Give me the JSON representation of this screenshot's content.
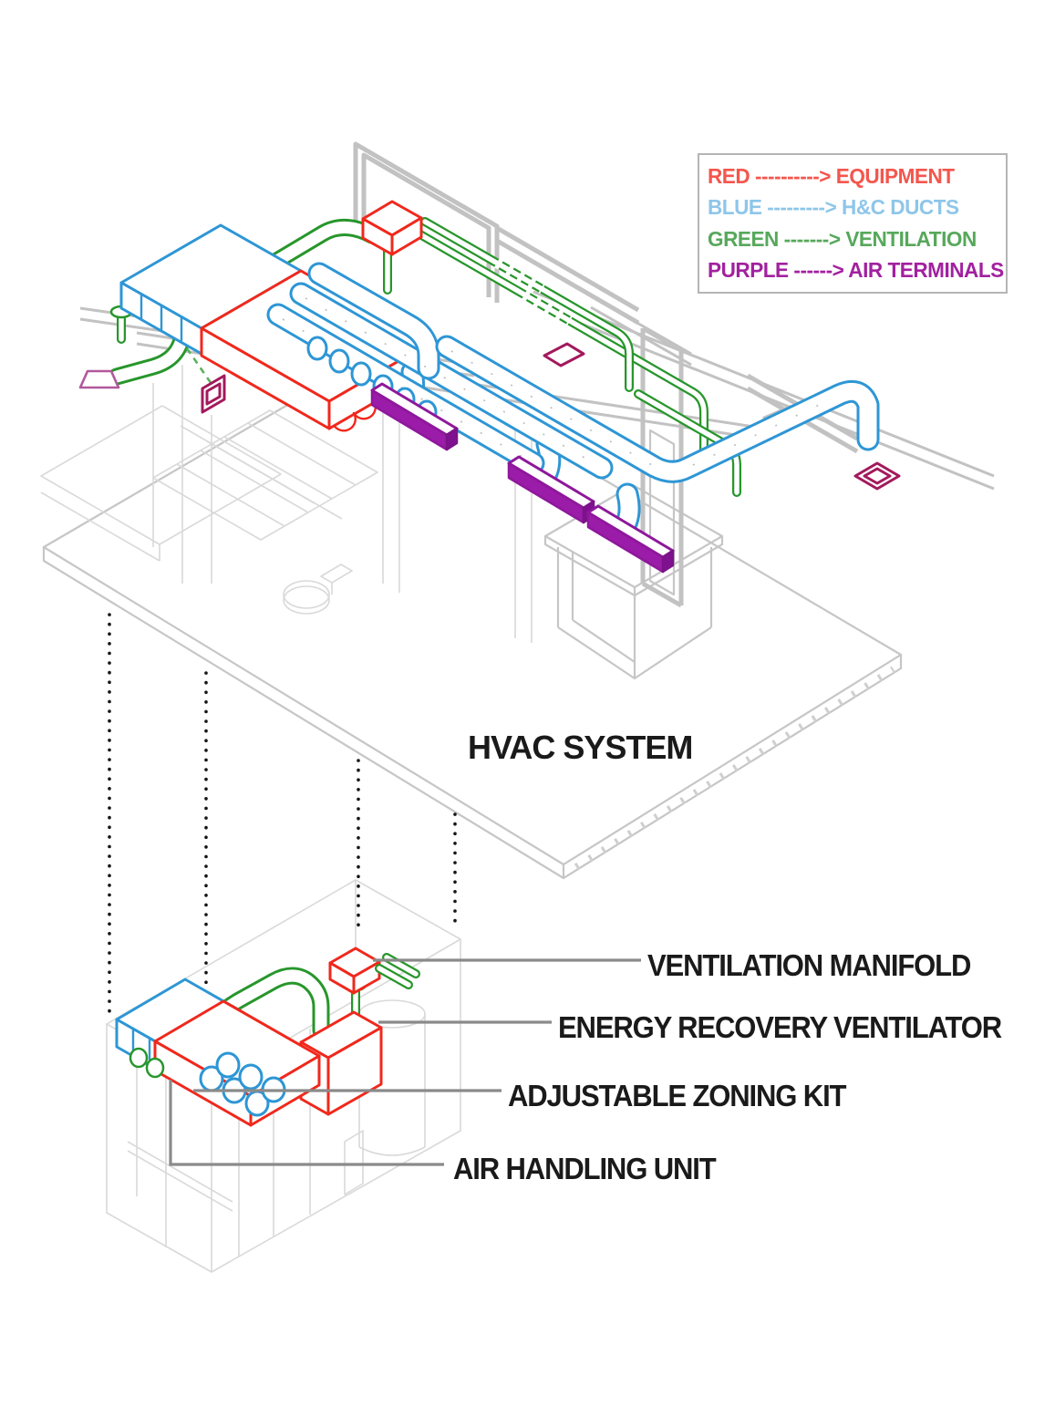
{
  "title": {
    "text": "HVAC SYSTEM"
  },
  "legend": {
    "entries": [
      {
        "name": "equipment",
        "label": "RED ----------> EQUIPMENT",
        "color": "#f4564d"
      },
      {
        "name": "hc-ducts",
        "label": "BLUE ---------> H&C DUCTS",
        "color": "#8ec6e9"
      },
      {
        "name": "ventilation",
        "label": "GREEN -------> VENTILATION",
        "color": "#57a85b"
      },
      {
        "name": "air-terminals",
        "label": "PURPLE ------> AIR TERMINALS",
        "color": "#a2219f"
      }
    ]
  },
  "callouts": [
    {
      "name": "ventilation-manifold",
      "label": "VENTILATION MANIFOLD"
    },
    {
      "name": "energy-recovery-ventilator",
      "label": "ENERGY RECOVERY VENTILATOR"
    },
    {
      "name": "adjustable-zoning-kit",
      "label": "ADJUSTABLE ZONING KIT"
    },
    {
      "name": "air-handling-unit",
      "label": "AIR HANDLING UNIT"
    }
  ],
  "colors": {
    "equipment": "#f0281c",
    "hc_ducts": "#2e96d5",
    "ventilation": "#27962b",
    "air_terminals": "#8e189b",
    "floor_terminal": "#a3195c",
    "wireframe": "#c6c6c6",
    "leader": "#8a8a8a",
    "text": "#1a1a1a"
  }
}
